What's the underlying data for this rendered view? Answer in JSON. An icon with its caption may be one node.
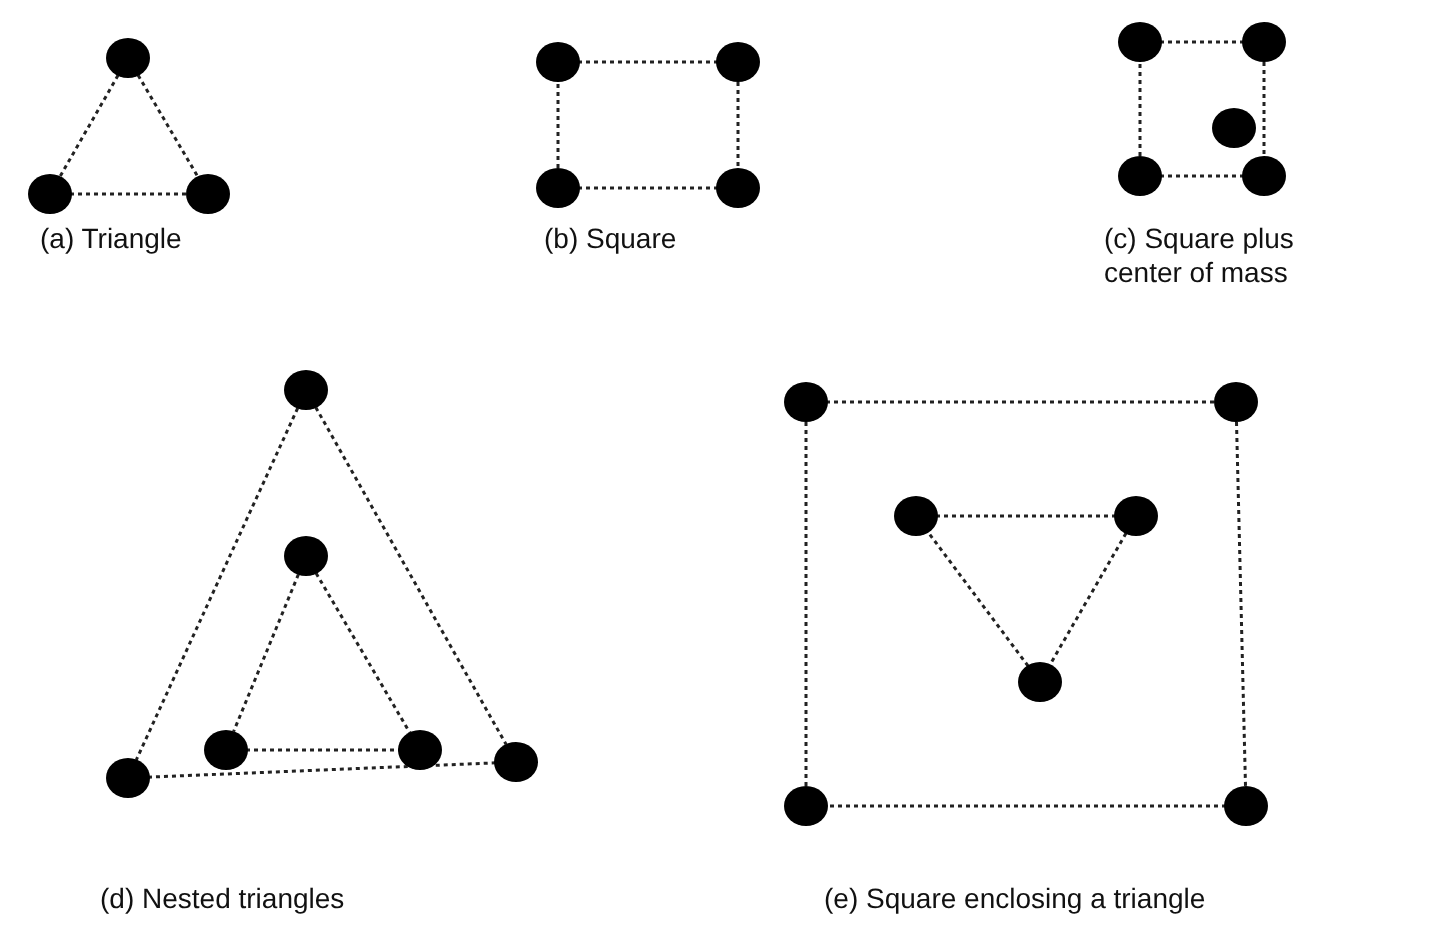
{
  "diagram": {
    "nodes": [
      {
        "text": [],
        "shape": "circle"
      },
      {
        "text": [],
        "shape": "circle"
      },
      {
        "text": [],
        "shape": "circle"
      },
      {
        "text": [],
        "shape": "circle"
      },
      {
        "text": [],
        "shape": "circle"
      },
      {
        "text": [],
        "shape": "circle"
      },
      {
        "text": [],
        "shape": "circle"
      },
      {
        "text": [],
        "shape": "circle"
      },
      {
        "text": [],
        "shape": "circle"
      },
      {
        "text": [],
        "shape": "circle"
      },
      {
        "text": [],
        "shape": "circle"
      },
      {
        "text": [],
        "shape": "circle"
      },
      {
        "text": [],
        "shape": "circle"
      },
      {
        "text": [],
        "shape": "circle"
      },
      {
        "text": [],
        "shape": "circle"
      },
      {
        "text": [],
        "shape": "circle"
      },
      {
        "text": [],
        "shape": "circle"
      },
      {
        "text": [],
        "shape": "circle"
      },
      {
        "text": [],
        "shape": "circle"
      },
      {
        "text": [],
        "shape": "circle"
      },
      {
        "text": [],
        "shape": "circle"
      },
      {
        "text": [],
        "shape": "circle"
      },
      {
        "text": [],
        "shape": "circle"
      },
      {
        "text": [],
        "shape": "circle"
      },
      {
        "text": [],
        "shape": "circle"
      }
    ],
    "edges": [
      {
        "from": 0,
        "to": 1,
        "arrow": "none"
      },
      {
        "from": 0,
        "to": 2,
        "arrow": "none"
      },
      {
        "from": 1,
        "to": 2,
        "arrow": "none"
      },
      {
        "from": 3,
        "to": 4,
        "arrow": "none"
      },
      {
        "from": 4,
        "to": 6,
        "arrow": "none"
      },
      {
        "from": 6,
        "to": 5,
        "arrow": "none"
      },
      {
        "from": 5,
        "to": 3,
        "arrow": "none"
      },
      {
        "from": 7,
        "to": 8,
        "arrow": "none"
      },
      {
        "from": 8,
        "to": 11,
        "arrow": "none"
      },
      {
        "from": 11,
        "to": 10,
        "arrow": "none"
      },
      {
        "from": 10,
        "to": 7,
        "arrow": "none"
      },
      {
        "from": 12,
        "to": 14,
        "arrow": "none"
      },
      {
        "from": 12,
        "to": 17,
        "arrow": "none"
      },
      {
        "from": 14,
        "to": 17,
        "arrow": "none"
      },
      {
        "from": 13,
        "to": 15,
        "arrow": "none"
      },
      {
        "from": 13,
        "to": 16,
        "arrow": "none"
      },
      {
        "from": 15,
        "to": 16,
        "arrow": "none"
      },
      {
        "from": 18,
        "to": 19,
        "arrow": "none"
      },
      {
        "from": 19,
        "to": 24,
        "arrow": "none"
      },
      {
        "from": 24,
        "to": 23,
        "arrow": "none"
      },
      {
        "from": 23,
        "to": 18,
        "arrow": "none"
      },
      {
        "from": 20,
        "to": 21,
        "arrow": "none"
      },
      {
        "from": 21,
        "to": 22,
        "arrow": "none"
      },
      {
        "from": 22,
        "to": 20,
        "arrow": "none"
      }
    ],
    "labels": [
      "(a) Triangle",
      "(b) Square",
      "(c) Square plus center of mass",
      "(d) Nested triangles",
      "(e) Square enclosing a triangle"
    ]
  }
}
